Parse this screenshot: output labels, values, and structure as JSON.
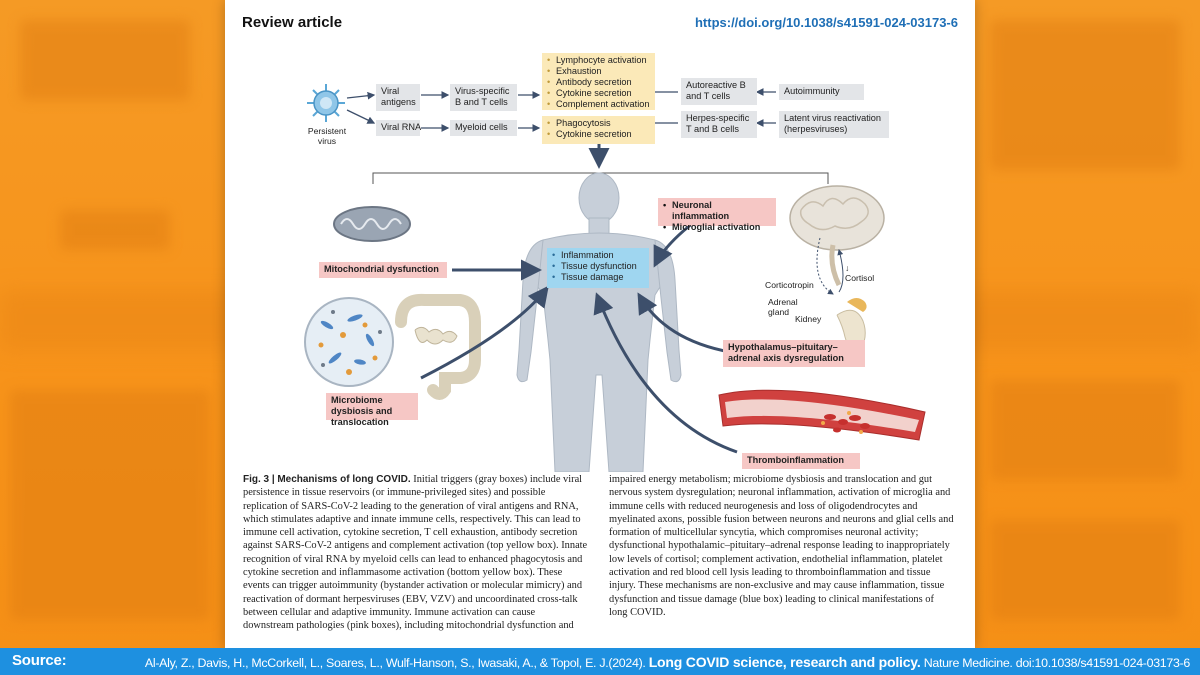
{
  "header": {
    "article_type": "Review article",
    "doi_link": "https://doi.org/10.1038/s41591-024-03173-6"
  },
  "figure": {
    "persistent_virus": "Persistent virus",
    "triggers": {
      "viral_antigens": "Viral antigens",
      "viral_rna": "Viral RNA",
      "virus_specific": "Virus-specific B and T cells",
      "myeloid_cells": "Myeloid cells",
      "autoreactive": "Autoreactive B and T cells",
      "autoimmunity": "Autoimmunity",
      "herpes_specific": "Herpes-specific T and B cells",
      "latent_virus": "Latent virus reactivation (herpesviruses)"
    },
    "top_yellow": [
      "Lymphocyte activation",
      "Exhaustion",
      "Antibody secretion",
      "Cytokine secretion",
      "Complement activation"
    ],
    "bottom_yellow": [
      "Phagocytosis",
      "Cytokine secretion"
    ],
    "blue_box": [
      "Inflammation",
      "Tissue dysfunction",
      "Tissue damage"
    ],
    "pink": {
      "mito": "Mitochondrial dysfunction",
      "microbiome": "Microbiome dysbiosis and translocation",
      "neuronal": [
        "Neuronal inflammation",
        "Microglial activation"
      ],
      "hpa": "Hypothalamus–pituitary–adrenal axis dysregulation",
      "thrombo": "Thromboinflammation"
    },
    "labels": {
      "cortisol": "↓ Cortisol",
      "corticotropin": "Corticotropin",
      "adrenal": "Adrenal gland",
      "kidney": "Kidney"
    }
  },
  "caption": {
    "fig_number": "Fig. 3 |",
    "fig_title": "Mechanisms of long COVID.",
    "left": "Initial triggers (gray boxes) include viral persistence in tissue reservoirs (or immune-privileged sites) and possible replication of SARS-CoV-2 leading to the generation of viral antigens and RNA, which stimulates adaptive and innate immune cells, respectively. This can lead to immune cell activation, cytokine secretion, T cell exhaustion, antibody secretion against SARS-CoV-2 antigens and complement activation (top yellow box). Innate recognition of viral RNA by myeloid cells can lead to enhanced phagocytosis and cytokine secretion and inflammasome activation (bottom yellow box). These events can trigger autoimmunity (bystander activation or molecular mimicry) and reactivation of dormant herpesviruses (EBV, VZV) and uncoordinated cross-talk between cellular and adaptive immunity. Immune activation can cause downstream pathologies (pink boxes), including mitochondrial dysfunction and",
    "right": "impaired energy metabolism; microbiome dysbiosis and translocation and gut nervous system dysregulation; neuronal inflammation, activation of microglia and immune cells with reduced neurogenesis and loss of oligodendrocytes and myelinated axons, possible fusion between neurons and neurons and glial cells and formation of multicellular syncytia, which compromises neuronal activity; dysfunctional hypothalamic–pituitary–adrenal response leading to inappropriately low levels of cortisol; complement activation, endothelial inflammation, platelet activation and red blood cell lysis leading to thromboinflammation and tissue injury. These mechanisms are non-exclusive and may cause inflammation, tissue dysfunction and tissue damage (blue box) leading to clinical manifestations of long COVID."
  },
  "footer": {
    "source_label": "Source:",
    "authors": "Al-Aly, Z., Davis, H., McCorkell, L., Soares, L., Wulf-Hanson, S., Iwasaki, A., & Topol, E. J.(2024).",
    "title": "Long COVID science, research and policy.",
    "journal": "Nature Medicine.",
    "doi": "doi:10.1038/s41591-024-03173-6"
  },
  "colors": {
    "background": "#f7961f",
    "footer_band": "#1e90e0",
    "doi_link": "#1f6fb6",
    "gray_box": "#e3e5e8",
    "yellow_box": "#fbe9b8",
    "pink_box": "#f6c7c5",
    "blue_box": "#9fd6f0"
  }
}
